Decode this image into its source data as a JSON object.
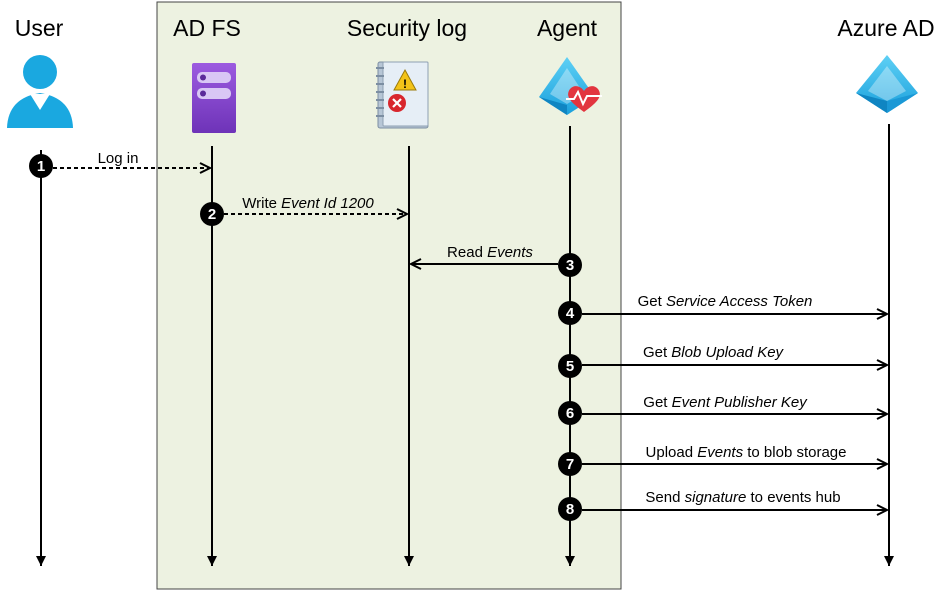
{
  "participants": [
    {
      "id": "user",
      "title": "User",
      "icon": "user-icon"
    },
    {
      "id": "adfs",
      "title": "AD FS",
      "icon": "server-icon"
    },
    {
      "id": "security_log",
      "title": "Security log",
      "icon": "log-book-icon"
    },
    {
      "id": "agent",
      "title": "Agent",
      "icon": "agent-health-icon"
    },
    {
      "id": "azure_ad",
      "title": "Azure AD",
      "icon": "azure-ad-icon"
    }
  ],
  "colors": {
    "group_bg": "#EDF2E1",
    "group_border": "#444444",
    "line": "#000000",
    "badge": "#000000",
    "user_blue": "#1AA8E0",
    "server_purple": "#8A4BD0",
    "azure_blue": "#2FB8EE"
  },
  "steps": [
    {
      "number": "1",
      "from": "user",
      "to": "adfs",
      "style": "dashed",
      "parts": [
        {
          "text": "Log in",
          "italic": false
        }
      ]
    },
    {
      "number": "2",
      "from": "adfs",
      "to": "security_log",
      "style": "dashed",
      "parts": [
        {
          "text": "Write ",
          "italic": false
        },
        {
          "text": "Event Id 1200",
          "italic": true
        }
      ]
    },
    {
      "number": "3",
      "from": "agent",
      "to": "security_log",
      "style": "solid",
      "parts": [
        {
          "text": "Read ",
          "italic": false
        },
        {
          "text": "Events",
          "italic": true
        }
      ]
    },
    {
      "number": "4",
      "from": "agent",
      "to": "azure_ad",
      "style": "solid",
      "parts": [
        {
          "text": "Get ",
          "italic": false
        },
        {
          "text": "Service Access Token",
          "italic": true
        }
      ]
    },
    {
      "number": "5",
      "from": "agent",
      "to": "azure_ad",
      "style": "solid",
      "parts": [
        {
          "text": "Get ",
          "italic": false
        },
        {
          "text": "Blob Upload Key",
          "italic": true
        }
      ]
    },
    {
      "number": "6",
      "from": "agent",
      "to": "azure_ad",
      "style": "solid",
      "parts": [
        {
          "text": "Get ",
          "italic": false
        },
        {
          "text": "Event Publisher Key",
          "italic": true
        }
      ]
    },
    {
      "number": "7",
      "from": "agent",
      "to": "azure_ad",
      "style": "solid",
      "parts": [
        {
          "text": "Upload ",
          "italic": false
        },
        {
          "text": "Events",
          "italic": true
        },
        {
          "text": " to blob storage",
          "italic": false
        }
      ]
    },
    {
      "number": "8",
      "from": "agent",
      "to": "azure_ad",
      "style": "solid",
      "parts": [
        {
          "text": "Send ",
          "italic": false
        },
        {
          "text": "signature",
          "italic": true
        },
        {
          "text": " to events hub",
          "italic": false
        }
      ]
    }
  ]
}
